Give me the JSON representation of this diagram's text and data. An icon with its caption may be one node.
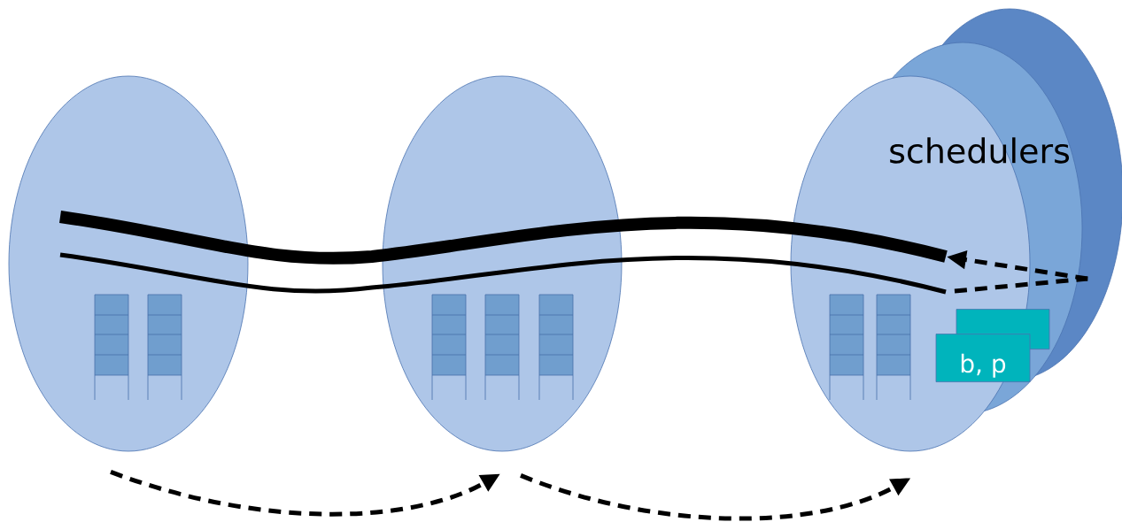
{
  "diagram": {
    "nodes": [
      {
        "text": [],
        "shape": "ellipse"
      },
      {
        "text": [],
        "shape": "ellipse"
      },
      {
        "text": [],
        "shape": "ellipse"
      },
      {
        "text": [],
        "shape": "line"
      },
      {
        "text": [],
        "shape": "line"
      },
      {
        "text": [],
        "shape": "box",
        "in": 2
      },
      {
        "text": [
          "b, p"
        ],
        "in": 2
      }
    ],
    "edges": [
      {
        "from": 4,
        "to": 2,
        "arrow": "none",
        "style": "dashed"
      },
      {
        "from": 2,
        "to": 3,
        "arrow": "to",
        "style": "dashed"
      },
      {
        "from": 0,
        "to": 1,
        "arrow": "to",
        "style": "dashed"
      },
      {
        "from": 1,
        "to": 2,
        "arrow": "to",
        "style": "dashed"
      }
    ],
    "labels": [
      "schedulers"
    ]
  }
}
